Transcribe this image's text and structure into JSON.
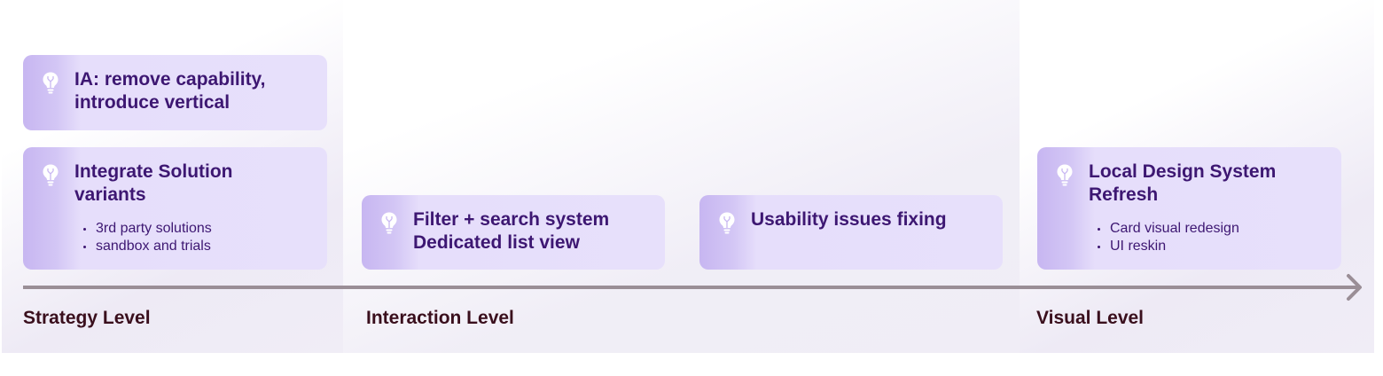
{
  "cards": [
    {
      "title": "IA: remove capability, introduce vertical",
      "bullets": []
    },
    {
      "title": "Integrate Solution variants",
      "bullets": [
        "3rd party solutions",
        "sandbox and trials"
      ]
    },
    {
      "title": "Filter + search system Dedicated list view",
      "bullets": []
    },
    {
      "title": "Usability issues fixing",
      "bullets": []
    },
    {
      "title": "Local Design System Refresh",
      "bullets": [
        "Card visual redesign",
        "UI reskin"
      ]
    }
  ],
  "levels": [
    {
      "label": "Strategy Level"
    },
    {
      "label": "Interaction Level"
    },
    {
      "label": "Visual Level"
    }
  ],
  "colors": {
    "card_start": "#c7b6f1",
    "card_end": "#e7e0fb",
    "card_text": "#3d1772",
    "axis": "#9a8e96",
    "level_text": "#3a0f1d"
  },
  "icons": {
    "card_icon": "lightbulb-icon",
    "axis_end": "arrow-right-icon"
  }
}
